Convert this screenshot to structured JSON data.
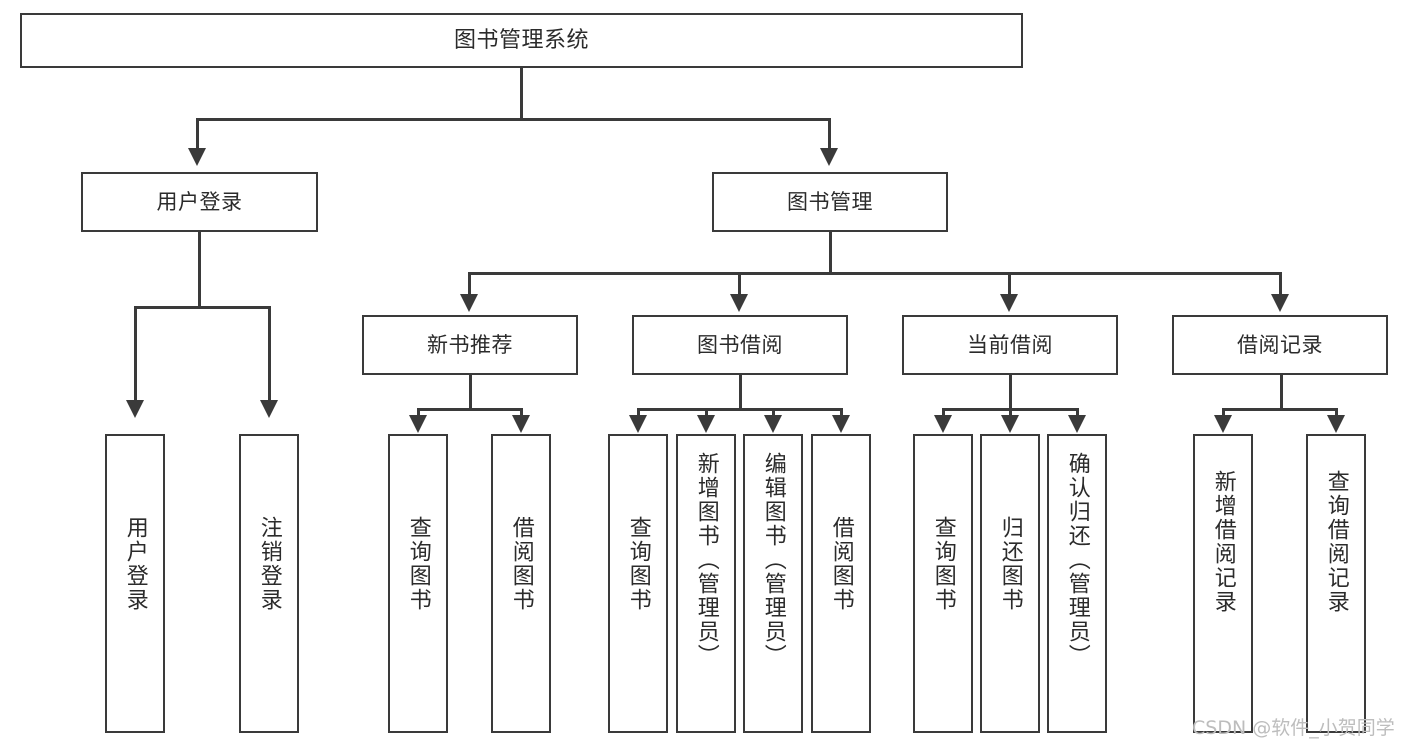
{
  "diagram": {
    "title": "图书管理系统",
    "type": "hierarchy-tree",
    "levels": 4,
    "root": {
      "id": "root",
      "label": "图书管理系统",
      "orientation": "horizontal"
    },
    "level2": [
      {
        "id": "user-login",
        "label": "用户登录",
        "orientation": "horizontal"
      },
      {
        "id": "book-management",
        "label": "图书管理",
        "orientation": "horizontal"
      }
    ],
    "level3": [
      {
        "id": "new-book-recommend",
        "label": "新书推荐",
        "orientation": "horizontal",
        "parent": "book-management"
      },
      {
        "id": "book-borrow",
        "label": "图书借阅",
        "orientation": "horizontal",
        "parent": "book-management"
      },
      {
        "id": "current-borrow",
        "label": "当前借阅",
        "orientation": "horizontal",
        "parent": "book-management"
      },
      {
        "id": "borrow-record",
        "label": "借阅记录",
        "orientation": "horizontal",
        "parent": "book-management"
      }
    ],
    "leaves": {
      "user_login": [
        {
          "id": "leaf-user-login",
          "label": "用户登录",
          "orientation": "vertical"
        },
        {
          "id": "leaf-logout-login",
          "label": "注销登录",
          "orientation": "vertical"
        }
      ],
      "new_book_recommend": [
        {
          "id": "leaf-query-book-1",
          "label": "查询图书",
          "orientation": "vertical"
        },
        {
          "id": "leaf-borrow-book-1",
          "label": "借阅图书",
          "orientation": "vertical"
        }
      ],
      "book_borrow": [
        {
          "id": "leaf-query-book-2",
          "label": "查询图书",
          "orientation": "vertical"
        },
        {
          "id": "leaf-add-book",
          "label": "新增图书（管理员）",
          "orientation": "vertical"
        },
        {
          "id": "leaf-edit-book",
          "label": "编辑图书（管理员）",
          "orientation": "vertical"
        },
        {
          "id": "leaf-borrow-book-2",
          "label": "借阅图书",
          "orientation": "vertical"
        }
      ],
      "current_borrow": [
        {
          "id": "leaf-query-book-3",
          "label": "查询图书",
          "orientation": "vertical"
        },
        {
          "id": "leaf-return-book",
          "label": "归还图书",
          "orientation": "vertical"
        },
        {
          "id": "leaf-confirm-return",
          "label": "确认归还（管理员）",
          "orientation": "vertical"
        }
      ],
      "borrow_record": [
        {
          "id": "leaf-add-record",
          "label": "新增借阅记录",
          "orientation": "vertical"
        },
        {
          "id": "leaf-query-record",
          "label": "查询借阅记录",
          "orientation": "vertical"
        }
      ]
    }
  },
  "watermark": {
    "text": "CSDN @软件_小贺同学"
  },
  "colors": {
    "stroke": "#3a3a3a",
    "text": "#2b2b2b",
    "background": "#ffffff",
    "watermark": "#bdbdbd"
  }
}
